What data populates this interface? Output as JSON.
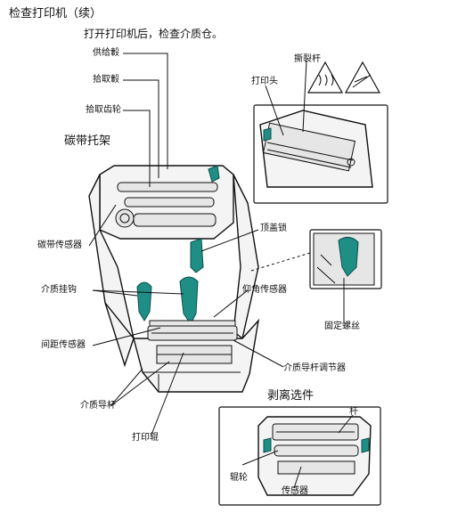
{
  "header": {
    "title": "检查打印机（续）",
    "instruction": "打开打印机后，检查介质仓。"
  },
  "labels": {
    "supply_spindle": "供给轂",
    "take_up_spindle": "拾取轂",
    "take_up_gear": "拾取齿轮",
    "ribbon_carrier": "碳带托架",
    "ribbon_sensor": "碳带传感器",
    "media_hanger": "介质挂钩",
    "gap_sensor": "间距传感器",
    "media_guides": "介质导杆",
    "platen_roller": "打印辊",
    "top_cover_lock": "顶盖锁",
    "head_up_sensor": "仰角传感器",
    "media_guide_adjuster": "介质导杆调节器",
    "tear_bar": "撕裂杆",
    "printhead": "打印头",
    "thumb_screw": "固定螺丝",
    "peel_option": "剥离选件",
    "peel_bar": "杆",
    "peel_roller": "辊轮",
    "peel_sensor": "传感器"
  },
  "colors": {
    "teal_parts": "#1f8f86",
    "line": "#111111"
  }
}
